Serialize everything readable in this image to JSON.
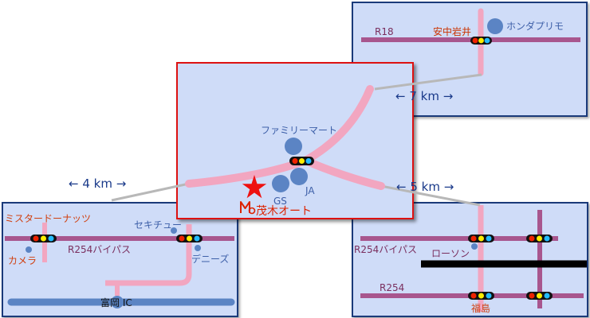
{
  "colors": {
    "panel_bg": "#cfdcf8",
    "main_border": "#dd1111",
    "side_border": "#1a3a7a",
    "route_pink": "#f2a6c0",
    "road_purple": "#a8568e",
    "poi_blue": "#5b84c4",
    "highway_blue": "#5b84c4",
    "rail_black": "#000000",
    "connector_gray": "#b8b8b8"
  },
  "icons": {
    "traffic_light": "traffic-light-icon",
    "destination": "star-icon",
    "brand_logo": "mo-logo-icon",
    "poi": "circle-marker-icon"
  },
  "distances": {
    "to_north": "← 7 km →",
    "to_west": "← 4 km →",
    "to_east": "← 5 km →"
  },
  "main_map": {
    "family_mart": "ファミリーマート",
    "gas_station": "GS",
    "ja": "JA",
    "destination_name": "茂木オート"
  },
  "north_map": {
    "road": "R18",
    "junction": "安中岩井",
    "landmark": "ホンダプリモ"
  },
  "west_map": {
    "mister_donut": "ミスタードーナッツ",
    "camera_shop": "カメラ",
    "sekichu": "セキチュー",
    "road": "R254バイパス",
    "dennys": "デニーズ",
    "interchange": "富岡 IC"
  },
  "east_map": {
    "bypass": "R254バイパス",
    "lawson": "ローソン",
    "road": "R254",
    "junction": "福島"
  }
}
